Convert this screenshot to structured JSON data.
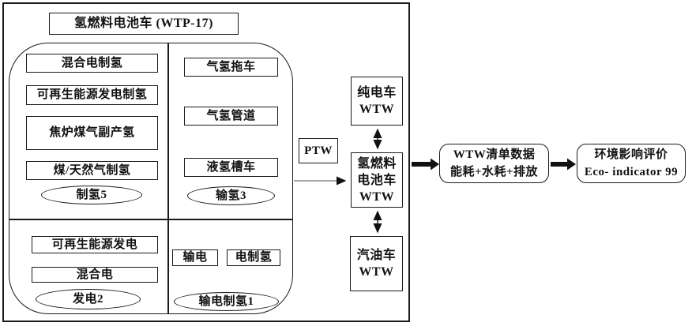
{
  "diagram": {
    "title": "氢燃料电池车 (WTP-17)",
    "wtp": {
      "hydrogen_production": {
        "items": [
          "混合电制氢",
          "可再生能源发电制氢",
          "焦炉煤气副产氢",
          "煤/天然气制氢"
        ],
        "stage": "制氢5"
      },
      "hydrogen_transport": {
        "items": [
          "气氢拖车",
          "气氢管道",
          "液氢槽车"
        ],
        "stage": "输氢3"
      },
      "power_generation": {
        "items": [
          "可再生能源发电",
          "混合电"
        ],
        "stage": "发电2"
      },
      "transmission_electrolysis": {
        "items": [
          "输电",
          "电制氢"
        ],
        "stage": "输电制氢1"
      },
      "ptw": "PTW"
    },
    "wtw": {
      "bev": [
        "纯电车",
        "WTW"
      ],
      "fcv": [
        "氢燃料",
        "电池车",
        "WTW"
      ],
      "gasoline": [
        "汽油车",
        "WTW"
      ]
    },
    "outputs": {
      "inventory": [
        "WTW清单数据",
        "能耗+水耗+排放"
      ],
      "assessment": [
        "环境影响评价",
        "Eco- indicator 99"
      ]
    },
    "colors": {
      "line": "#1a1a1a",
      "background": "#ffffff"
    }
  }
}
